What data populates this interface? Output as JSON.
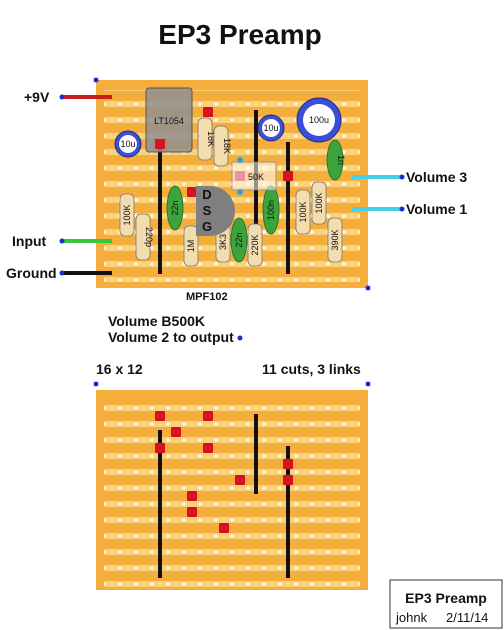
{
  "title": "EP3 Preamp",
  "labels": {
    "plus9v": "+9V",
    "input": "Input",
    "ground": "Ground",
    "volume3": "Volume 3",
    "volume1": "Volume 1",
    "transistor": "MPF102",
    "notes_line1": "Volume B500K",
    "notes_line2": "Volume 2 to output",
    "board_size": "16 x 12",
    "cuts_links": "11 cuts, 3 links"
  },
  "components": {
    "ic": "LT1054",
    "r_18k": "18K",
    "r_18k_b": "18K",
    "cap_10u_left": "10u",
    "cap_10u_mid": "10u",
    "cap_100u": "100u",
    "cap_1n": "1n",
    "trim_50k": "50K",
    "r_100k_left": "100K",
    "cap_220p": "220p",
    "cap_22n_left": "22n",
    "jfet_d": "D",
    "jfet_s": "S",
    "jfet_g": "G",
    "r_1m": "1M",
    "r_3k3": "3K3",
    "cap_22n_mid": "22n",
    "r_220k": "220K",
    "cap_100n": "100n",
    "r_100k_right": "100K",
    "r_100k_right2": "100K",
    "r_390k": "390K"
  },
  "title_block": {
    "title": "EP3 Preamp",
    "author": "johnk",
    "date": "2/11/14"
  },
  "colors": {
    "board": "#f5ad3c",
    "strip": "#fbd27c",
    "wire_9v": "#c81e1e",
    "wire_input": "#3cc43c",
    "wire_ground": "#111111",
    "wire_volume": "#46d2e6",
    "cap_green": "#3da33d",
    "cap_blue": "#3b4fd6",
    "resistor": "#f3dcae",
    "cut": "#d7131f"
  }
}
